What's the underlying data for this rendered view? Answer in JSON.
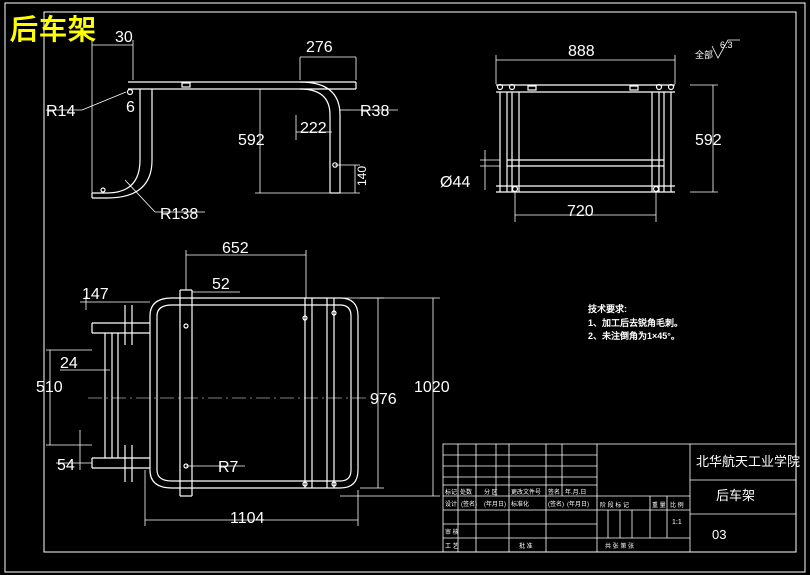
{
  "title": "后车架",
  "dimensions": {
    "top_left": [
      "30",
      "R14",
      "6",
      "R138"
    ],
    "top_mid": [
      "276",
      "R38",
      "592",
      "222",
      "140"
    ],
    "top_right": [
      "888",
      "592",
      "Ø44",
      "720"
    ],
    "bottom": [
      "652",
      "52",
      "147",
      "24",
      "510",
      "976",
      "1020",
      "54",
      "R7",
      "1104"
    ]
  },
  "roughness": {
    "label": "全部",
    "value": "6.3"
  },
  "notes": {
    "heading": "技术要求:",
    "items": [
      "1、加工后去锐角毛刺。",
      "2、未注倒角为1×45°。"
    ]
  },
  "title_block": {
    "institution": "北华航天工业学院",
    "part_name": "后车架",
    "drawing_no": "03",
    "scale": "1:1",
    "header_row": [
      "标记",
      "处数",
      "分 区",
      "更改文件号",
      "签名",
      "年.月.日"
    ],
    "sign_row": [
      "设计",
      "(签名)",
      "(年月日)",
      "标准化",
      "(签名)",
      "(年月日)"
    ],
    "stage_labels": [
      "阶 段 标 记",
      "重 量",
      "比 例"
    ],
    "review": "审 核",
    "process": "工 艺",
    "approve": "批 准",
    "sheet": "共  张  第  张"
  }
}
